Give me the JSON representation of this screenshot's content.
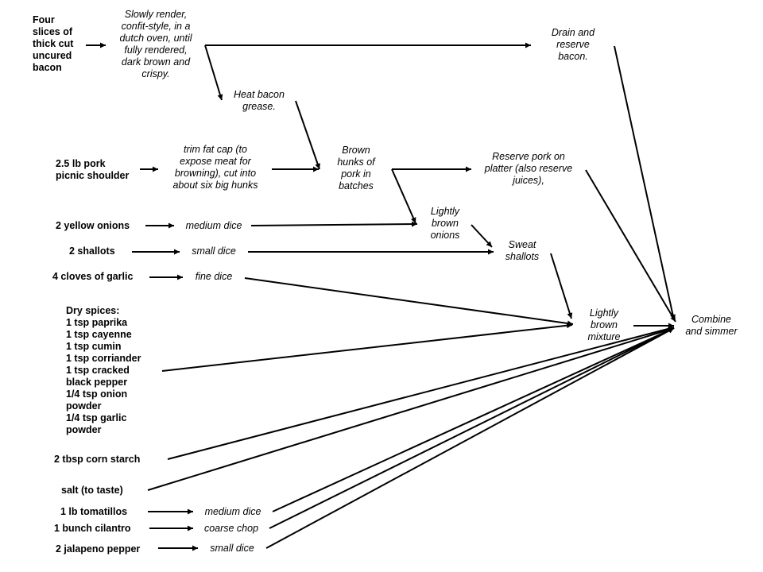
{
  "diagram": {
    "ingredients": {
      "bacon": "Four\nslices of\nthick cut\nuncured\nbacon",
      "pork": "2.5 lb pork\npicnic shoulder",
      "onions": "2 yellow onions",
      "shallots": "2 shallots",
      "garlic": "4 cloves of garlic",
      "spices": "Dry spices:\n1 tsp paprika\n1 tsp cayenne\n1 tsp cumin\n1 tsp corriander\n1 tsp cracked\nblack pepper\n1/4 tsp onion\npowder\n1/4 tsp garlic\npowder",
      "cornstarch": "2 tbsp corn starch",
      "salt": "salt (to taste)",
      "tomatillos": "1 lb tomatillos",
      "cilantro": "1 bunch cilantro",
      "jalapeno": "2 jalapeno pepper"
    },
    "steps": {
      "render_bacon": "Slowly render,\nconfit-style, in a\ndutch oven, until\nfully rendered,\ndark brown and\ncrispy.",
      "drain_bacon": "Drain and\nreserve\nbacon.",
      "heat_grease": "Heat bacon\ngrease.",
      "trim_pork": "trim fat cap (to\nexpose meat for\nbrowning), cut into\nabout six big hunks",
      "brown_pork": "Brown\nhunks of\npork in\nbatches",
      "reserve_pork": "Reserve pork on\nplatter (also reserve\njuices),",
      "dice_onions": "medium dice",
      "brown_onions": "Lightly\nbrown\nonions",
      "dice_shallots": "small dice",
      "sweat_shallots": "Sweat\nshallots",
      "dice_garlic": "fine dice",
      "brown_mixture": "Lightly\nbrown\nmixture",
      "combine": "Combine\nand simmer",
      "dice_tomatillos": "medium dice",
      "chop_cilantro": "coarse chop",
      "dice_jalapeno": "small dice"
    }
  }
}
